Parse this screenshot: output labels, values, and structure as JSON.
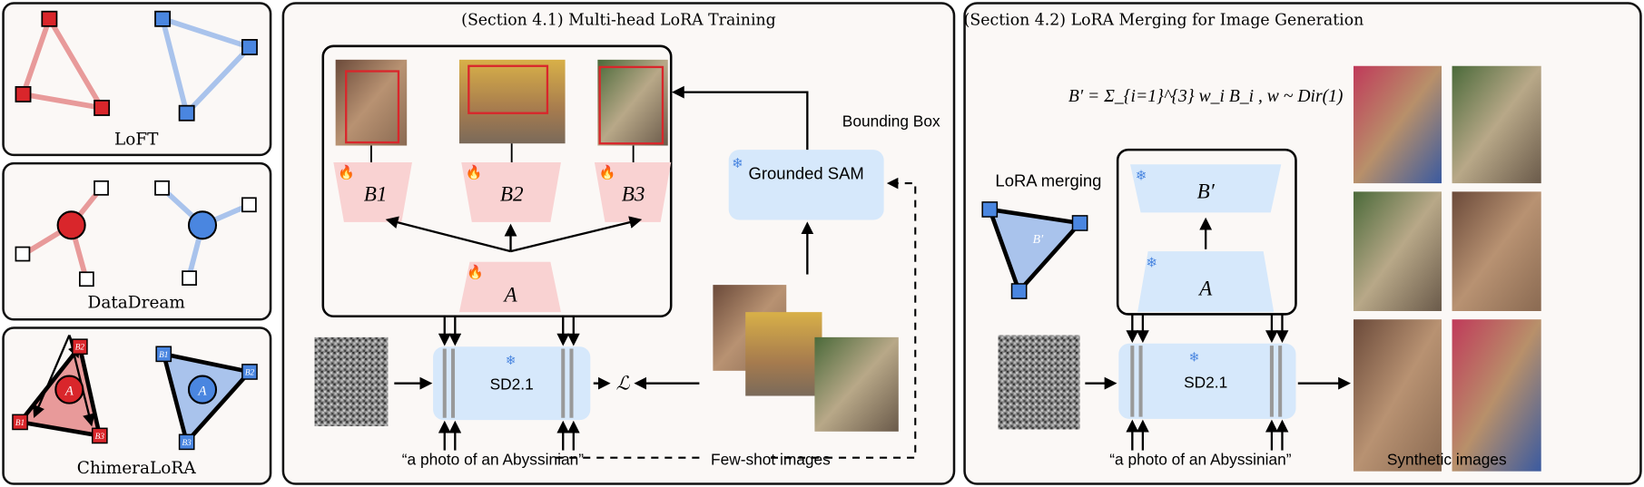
{
  "colors": {
    "red": "#d9262b",
    "red_light": "#e89a9a",
    "red_fill": "#f9d2d2",
    "blue": "#4a86e0",
    "blue_light": "#a9c3ec",
    "blue_fill": "#d6e8fb"
  },
  "methods": {
    "loft": "LoFT",
    "datadream": "DataDream",
    "chimera": "ChimeraLoRA",
    "chimera_nodes": {
      "a": "A",
      "b1": "B1",
      "b2": "B2",
      "b3": "B3"
    }
  },
  "training": {
    "title": "(Section 4.1) Multi-head LoRA Training",
    "heads": [
      "B1",
      "B2",
      "B3"
    ],
    "shared": "A",
    "sam": "Grounded SAM",
    "bbox_label": "Bounding Box",
    "model": "SD2.1",
    "loss": "ℒ",
    "prompt": "“a photo of an Abyssinian”",
    "fewshot_label": "Few-shot images"
  },
  "merging": {
    "title": "(Section 4.2) LoRA Merging for Image Generation",
    "formula": "B′ = Σ_{i=1}^{3} w_i B_i ,   w ~ Dir(1)",
    "merge_label": "LoRA merging",
    "merged": "B′",
    "shared": "A",
    "model": "SD2.1",
    "prompt": "“a photo of an Abyssinian”",
    "output_label": "Synthetic images"
  },
  "icons": [
    "fire-icon",
    "snowflake-icon",
    "arrow-icon"
  ]
}
